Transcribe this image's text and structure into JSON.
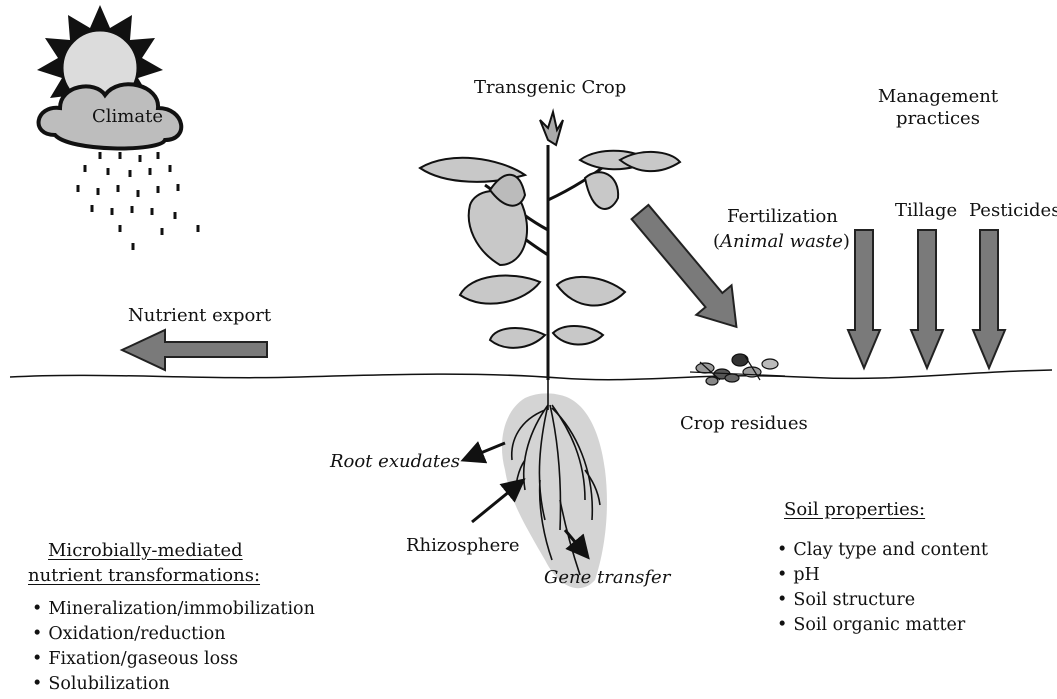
{
  "labels": {
    "climate": "Climate",
    "transgenic_crop": "Transgenic Crop",
    "management_practices": [
      "Management",
      "practices"
    ],
    "fertilization": "Fertilization",
    "animal_waste_open": "(",
    "animal_waste": "Animal waste",
    "animal_waste_close": ")",
    "tillage": "Tillage",
    "pesticides": "Pesticides",
    "nutrient_export": "Nutrient export",
    "crop_residues": "Crop residues",
    "root_exudates": "Root exudates",
    "rhizosphere": "Rhizosphere",
    "gene_transfer": "Gene transfer"
  },
  "soil_properties": {
    "title": "Soil properties:",
    "items": [
      "Clay type and content",
      "pH",
      "Soil structure",
      "Soil organic matter"
    ]
  },
  "microbial": {
    "title_line1": "Microbially-mediated",
    "title_line2": "nutrient transformations:",
    "items": [
      "Mineralization/immobilization",
      "Oxidation/reduction",
      "Fixation/gaseous loss",
      "Solubilization"
    ]
  },
  "colors": {
    "arrow_fill": "#7a7a7a",
    "arrow_stroke": "#222222",
    "ink": "#111111",
    "rhizosphere_halo": "#b8b8b8"
  }
}
